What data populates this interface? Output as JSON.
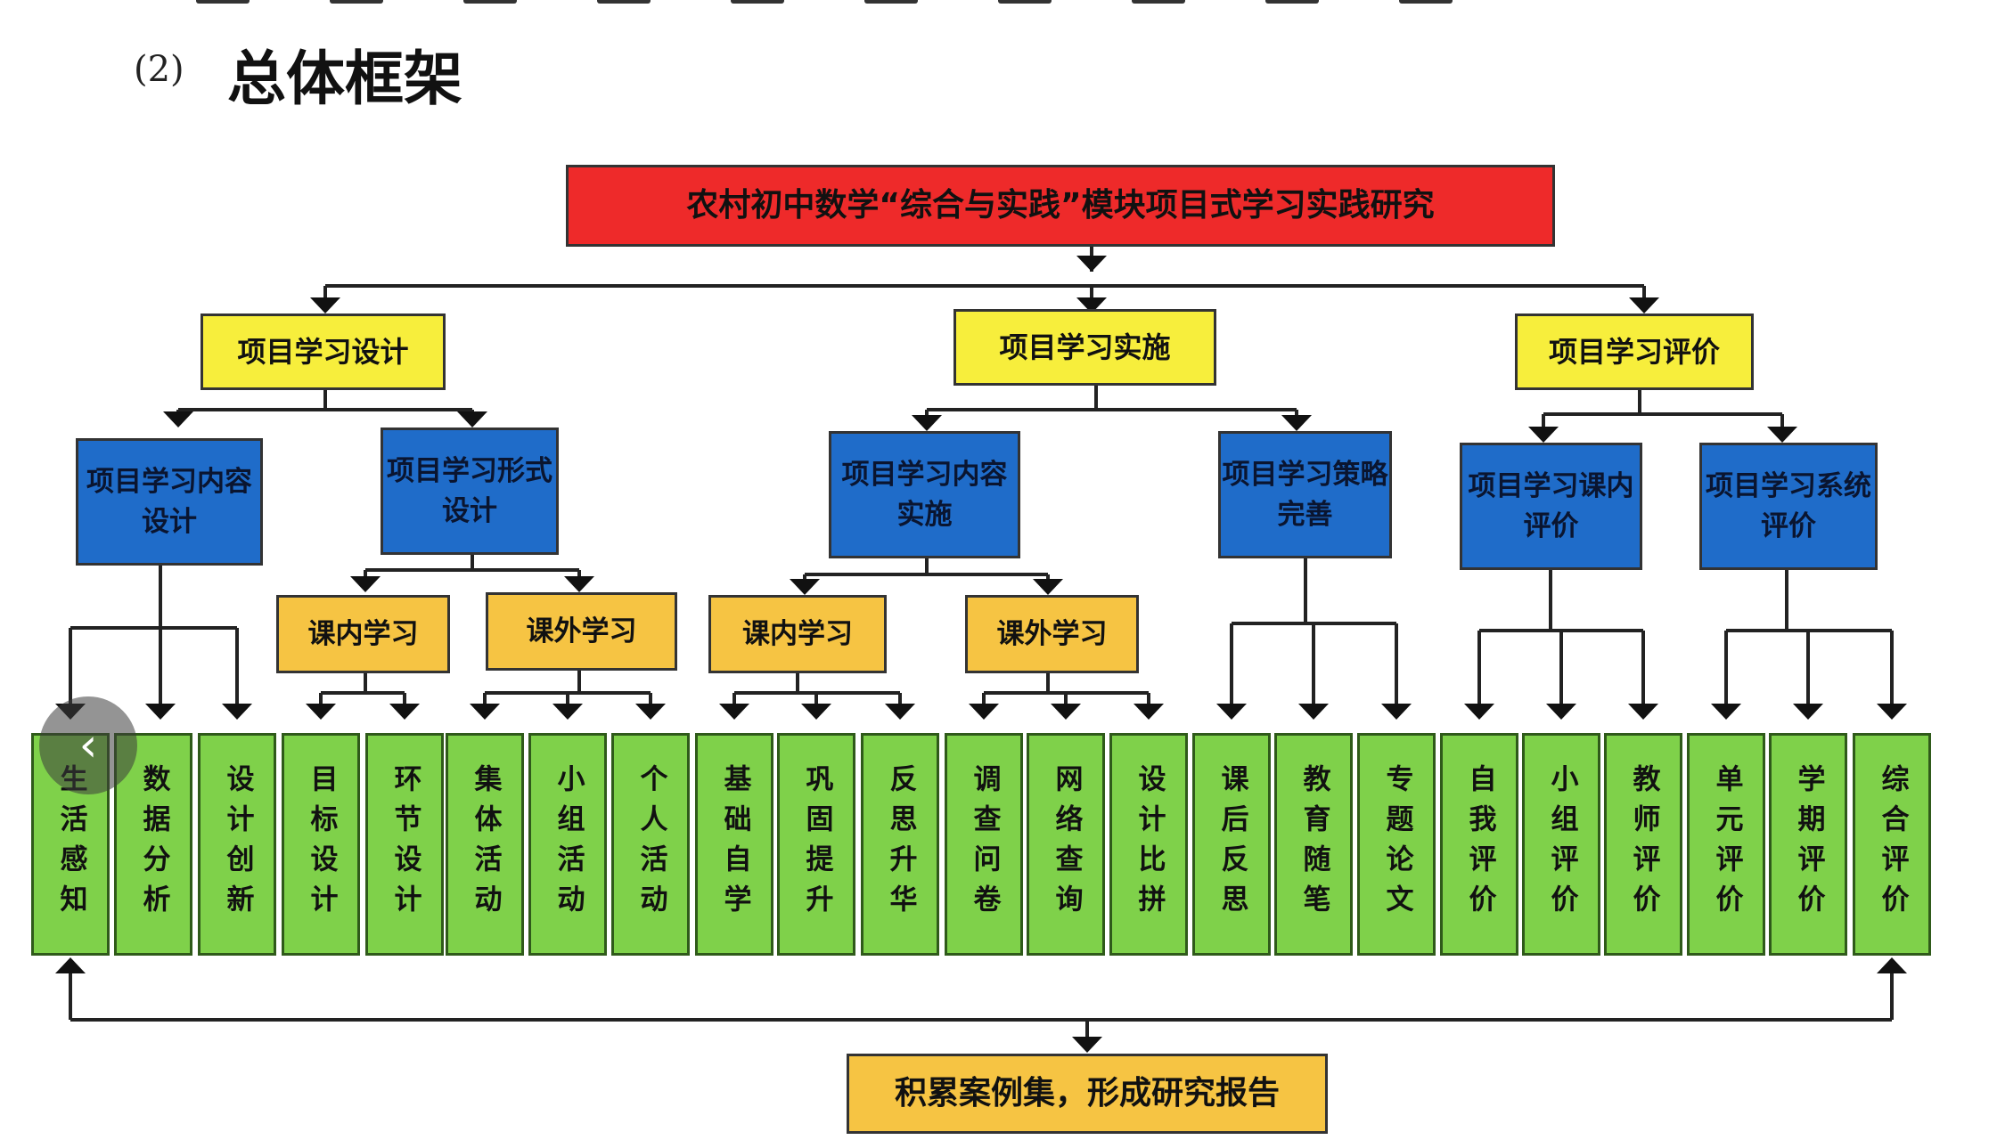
{
  "heading": {
    "number": "(2)",
    "title": "总体框架"
  },
  "root": "农村初中数学“综合与实践”模块项目式学习实践研究",
  "level1": [
    "项目学习设计",
    "项目学习实施",
    "项目学习评价"
  ],
  "level2": [
    "项目学习内容设计",
    "项目学习形式设计",
    "项目学习内容实施",
    "项目学习策略完善",
    "项目学习课内评价",
    "项目学习系统评价"
  ],
  "level3": [
    "课内学习",
    "课外学习",
    "课内学习",
    "课外学习"
  ],
  "leaves": [
    "生活感知",
    "数据分析",
    "设计创新",
    "目标设计",
    "环节设计",
    "集体活动",
    "小组活动",
    "个人活动",
    "基础自学",
    "巩固提升",
    "反思升华",
    "调查问卷",
    "网络查询",
    "设计比拼",
    "课后反思",
    "教育随笔",
    "专题论文",
    "自我评价",
    "小组评价",
    "教师评价",
    "单元评价",
    "学期评价",
    "综合评价"
  ],
  "conclusion": "积累案例集，形成研究报告",
  "nav": {
    "back_icon": "chevron-left-icon"
  },
  "colors": {
    "root": "#ee2a2a",
    "level1": "#f7ee3c",
    "level2": "#1f6cc9",
    "level3": "#f6c443",
    "leaf": "#7fd14a",
    "conclusion": "#f6c443"
  }
}
